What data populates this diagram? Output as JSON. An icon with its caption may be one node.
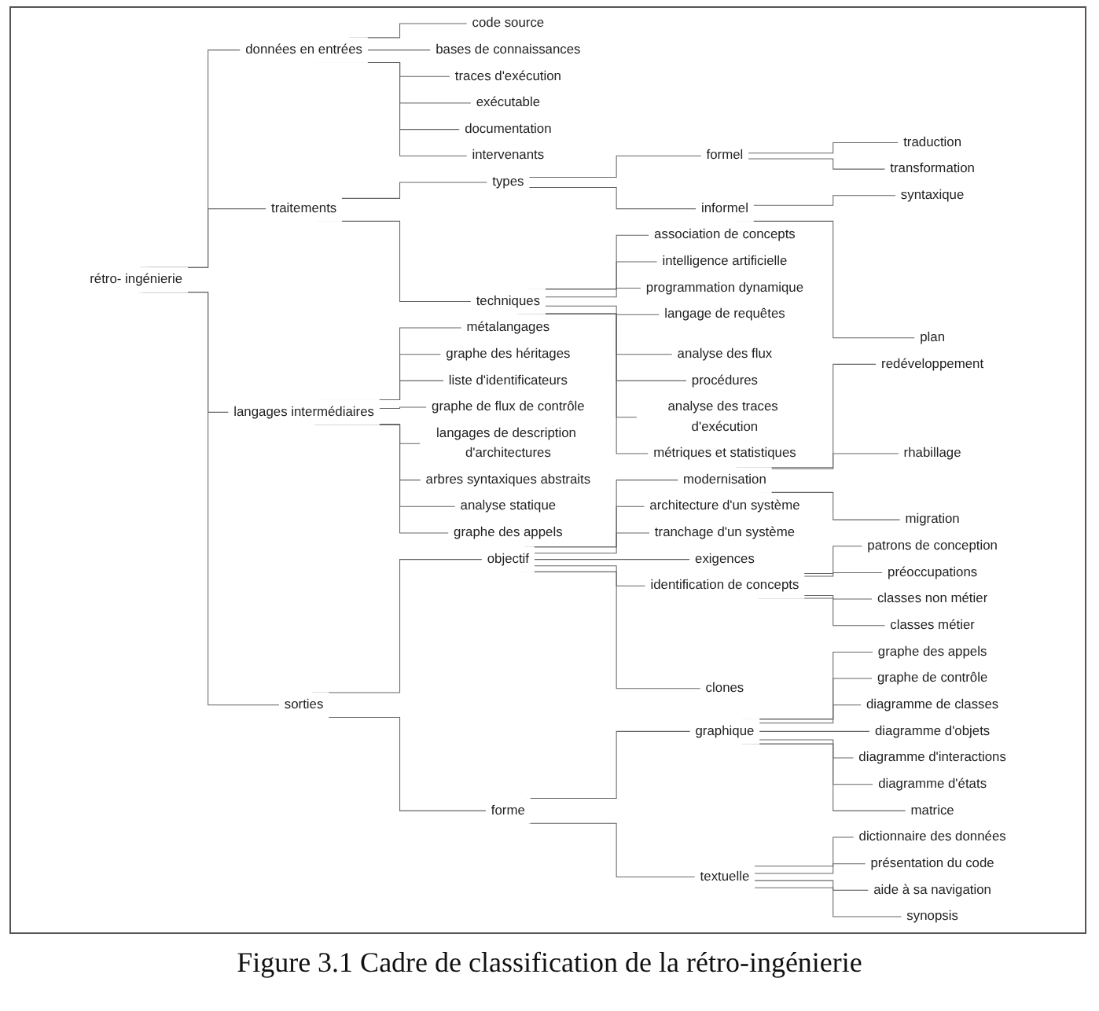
{
  "diagram": {
    "caption": "Figure 3.1 Cadre de classification de la rétro-ingénierie",
    "nodes": [
      {
        "text": [
          "rétro- ingénierie"
        ]
      },
      {
        "text": [
          "données en entrées"
        ]
      },
      {
        "text": [
          "code source"
        ]
      },
      {
        "text": [
          "bases de connaissances"
        ]
      },
      {
        "text": [
          "traces d'exécution"
        ]
      },
      {
        "text": [
          "exécutable"
        ]
      },
      {
        "text": [
          "documentation"
        ]
      },
      {
        "text": [
          "intervenants"
        ]
      },
      {
        "text": [
          "traitements"
        ]
      },
      {
        "text": [
          "types"
        ]
      },
      {
        "text": [
          "formel"
        ]
      },
      {
        "text": [
          "traduction"
        ]
      },
      {
        "text": [
          "transformation"
        ]
      },
      {
        "text": [
          "informel"
        ]
      },
      {
        "text": [
          "syntaxique"
        ]
      },
      {
        "text": [
          "plan"
        ]
      },
      {
        "text": [
          "techniques"
        ]
      },
      {
        "text": [
          "association de concepts"
        ]
      },
      {
        "text": [
          "intelligence artificielle"
        ]
      },
      {
        "text": [
          "programmation dynamique"
        ]
      },
      {
        "text": [
          "langage de requêtes"
        ]
      },
      {
        "text": [
          "analyse des flux"
        ]
      },
      {
        "text": [
          "procédures"
        ]
      },
      {
        "text": [
          "analyse des traces d'exécution"
        ]
      },
      {
        "text": [
          "métriques et statistiques"
        ]
      },
      {
        "text": [
          "langages intermédiaires"
        ]
      },
      {
        "text": [
          "métalangages"
        ]
      },
      {
        "text": [
          "graphe des héritages"
        ]
      },
      {
        "text": [
          "liste d'identificateurs"
        ]
      },
      {
        "text": [
          "graphe de flux de contrôle"
        ]
      },
      {
        "text": [
          "langages de description d'architectures"
        ]
      },
      {
        "text": [
          "arbres syntaxiques abstraits"
        ]
      },
      {
        "text": [
          "analyse statique"
        ]
      },
      {
        "text": [
          "graphe des appels"
        ]
      },
      {
        "text": [
          "sorties"
        ]
      },
      {
        "text": [
          "objectif"
        ]
      },
      {
        "text": [
          "modernisation"
        ]
      },
      {
        "text": [
          "redéveloppement"
        ]
      },
      {
        "text": [
          "rhabillage"
        ]
      },
      {
        "text": [
          "migration"
        ]
      },
      {
        "text": [
          "architecture d'un système"
        ]
      },
      {
        "text": [
          "tranchage d'un système"
        ]
      },
      {
        "text": [
          "exigences"
        ]
      },
      {
        "text": [
          "identification de concepts"
        ]
      },
      {
        "text": [
          "patrons de conception"
        ]
      },
      {
        "text": [
          "préoccupations"
        ]
      },
      {
        "text": [
          "classes non métier"
        ]
      },
      {
        "text": [
          "classes métier"
        ]
      },
      {
        "text": [
          "clones"
        ]
      },
      {
        "text": [
          "forme"
        ]
      },
      {
        "text": [
          "graphique"
        ]
      },
      {
        "text": [
          "graphe des appels"
        ]
      },
      {
        "text": [
          "graphe de contrôle"
        ]
      },
      {
        "text": [
          "diagramme de classes"
        ]
      },
      {
        "text": [
          "diagramme d'objets"
        ]
      },
      {
        "text": [
          "diagramme d'interactions"
        ]
      },
      {
        "text": [
          "diagramme d'états"
        ]
      },
      {
        "text": [
          "matrice"
        ]
      },
      {
        "text": [
          "textuelle"
        ]
      },
      {
        "text": [
          "dictionnaire des données"
        ]
      },
      {
        "text": [
          "présentation du code"
        ]
      },
      {
        "text": [
          "aide à sa navigation"
        ]
      },
      {
        "text": [
          "synopsis"
        ]
      }
    ],
    "edges": [
      {
        "from": 0,
        "to": 1,
        "arrow": "none"
      },
      {
        "from": 1,
        "to": 2,
        "arrow": "none"
      },
      {
        "from": 1,
        "to": 3,
        "arrow": "none"
      },
      {
        "from": 1,
        "to": 4,
        "arrow": "none"
      },
      {
        "from": 1,
        "to": 5,
        "arrow": "none"
      },
      {
        "from": 1,
        "to": 6,
        "arrow": "none"
      },
      {
        "from": 1,
        "to": 7,
        "arrow": "none"
      },
      {
        "from": 0,
        "to": 8,
        "arrow": "none"
      },
      {
        "from": 8,
        "to": 9,
        "arrow": "none"
      },
      {
        "from": 9,
        "to": 10,
        "arrow": "none"
      },
      {
        "from": 10,
        "to": 11,
        "arrow": "none"
      },
      {
        "from": 10,
        "to": 12,
        "arrow": "none"
      },
      {
        "from": 9,
        "to": 13,
        "arrow": "none"
      },
      {
        "from": 13,
        "to": 14,
        "arrow": "none"
      },
      {
        "from": 13,
        "to": 15,
        "arrow": "none"
      },
      {
        "from": 8,
        "to": 16,
        "arrow": "none"
      },
      {
        "from": 16,
        "to": 17,
        "arrow": "none"
      },
      {
        "from": 16,
        "to": 18,
        "arrow": "none"
      },
      {
        "from": 16,
        "to": 19,
        "arrow": "none"
      },
      {
        "from": 16,
        "to": 20,
        "arrow": "none"
      },
      {
        "from": 16,
        "to": 21,
        "arrow": "none"
      },
      {
        "from": 16,
        "to": 22,
        "arrow": "none"
      },
      {
        "from": 16,
        "to": 23,
        "arrow": "none"
      },
      {
        "from": 16,
        "to": 24,
        "arrow": "none"
      },
      {
        "from": 0,
        "to": 25,
        "arrow": "none"
      },
      {
        "from": 25,
        "to": 26,
        "arrow": "none"
      },
      {
        "from": 25,
        "to": 27,
        "arrow": "none"
      },
      {
        "from": 25,
        "to": 28,
        "arrow": "none"
      },
      {
        "from": 25,
        "to": 29,
        "arrow": "none"
      },
      {
        "from": 25,
        "to": 30,
        "arrow": "none"
      },
      {
        "from": 25,
        "to": 31,
        "arrow": "none"
      },
      {
        "from": 25,
        "to": 32,
        "arrow": "none"
      },
      {
        "from": 25,
        "to": 33,
        "arrow": "none"
      },
      {
        "from": 0,
        "to": 34,
        "arrow": "none"
      },
      {
        "from": 34,
        "to": 35,
        "arrow": "none"
      },
      {
        "from": 35,
        "to": 36,
        "arrow": "none"
      },
      {
        "from": 36,
        "to": 37,
        "arrow": "none"
      },
      {
        "from": 36,
        "to": 38,
        "arrow": "none"
      },
      {
        "from": 36,
        "to": 39,
        "arrow": "none"
      },
      {
        "from": 35,
        "to": 40,
        "arrow": "none"
      },
      {
        "from": 35,
        "to": 41,
        "arrow": "none"
      },
      {
        "from": 35,
        "to": 42,
        "arrow": "none"
      },
      {
        "from": 35,
        "to": 43,
        "arrow": "none"
      },
      {
        "from": 43,
        "to": 44,
        "arrow": "none"
      },
      {
        "from": 43,
        "to": 45,
        "arrow": "none"
      },
      {
        "from": 43,
        "to": 46,
        "arrow": "none"
      },
      {
        "from": 43,
        "to": 47,
        "arrow": "none"
      },
      {
        "from": 35,
        "to": 48,
        "arrow": "none"
      },
      {
        "from": 34,
        "to": 49,
        "arrow": "none"
      },
      {
        "from": 49,
        "to": 50,
        "arrow": "none"
      },
      {
        "from": 50,
        "to": 51,
        "arrow": "none"
      },
      {
        "from": 50,
        "to": 52,
        "arrow": "none"
      },
      {
        "from": 50,
        "to": 53,
        "arrow": "none"
      },
      {
        "from": 50,
        "to": 54,
        "arrow": "none"
      },
      {
        "from": 50,
        "to": 55,
        "arrow": "none"
      },
      {
        "from": 50,
        "to": 56,
        "arrow": "none"
      },
      {
        "from": 50,
        "to": 57,
        "arrow": "none"
      },
      {
        "from": 49,
        "to": 58,
        "arrow": "none"
      },
      {
        "from": 58,
        "to": 59,
        "arrow": "none"
      },
      {
        "from": 58,
        "to": 60,
        "arrow": "none"
      },
      {
        "from": 58,
        "to": 61,
        "arrow": "none"
      },
      {
        "from": 58,
        "to": 62,
        "arrow": "none"
      }
    ]
  }
}
